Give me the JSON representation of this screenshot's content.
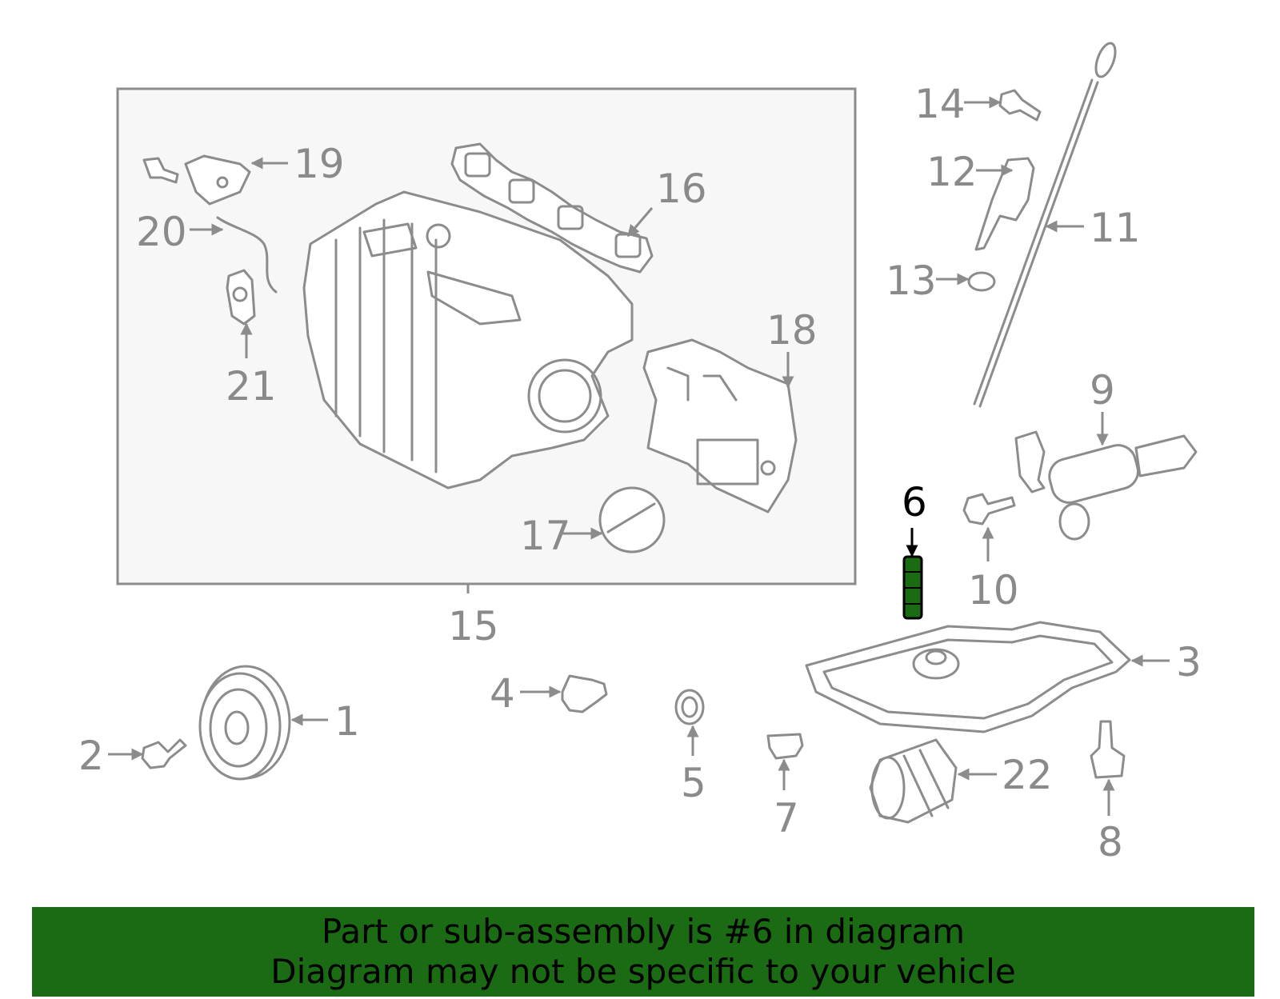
{
  "colors": {
    "line_gray": "#8c8c8c",
    "label_gray": "#8a8a8a",
    "highlight_part": "#1b6a14",
    "banner_bg": "#1b6a14",
    "banner_text": "#000000",
    "group_box_bg": "#f7f7f7"
  },
  "highlighted_part": "6",
  "callouts": {
    "c1": "1",
    "c2": "2",
    "c3": "3",
    "c4": "4",
    "c5": "5",
    "c6": "6",
    "c7": "7",
    "c8": "8",
    "c9": "9",
    "c10": "10",
    "c11": "11",
    "c12": "12",
    "c13": "13",
    "c14": "14",
    "c15": "15",
    "c16": "16",
    "c17": "17",
    "c18": "18",
    "c19": "19",
    "c20": "20",
    "c21": "21",
    "c22": "22"
  },
  "banner": {
    "line1": "Part or sub-assembly is #6 in diagram",
    "line2": "Diagram may not be specific to your vehicle"
  }
}
